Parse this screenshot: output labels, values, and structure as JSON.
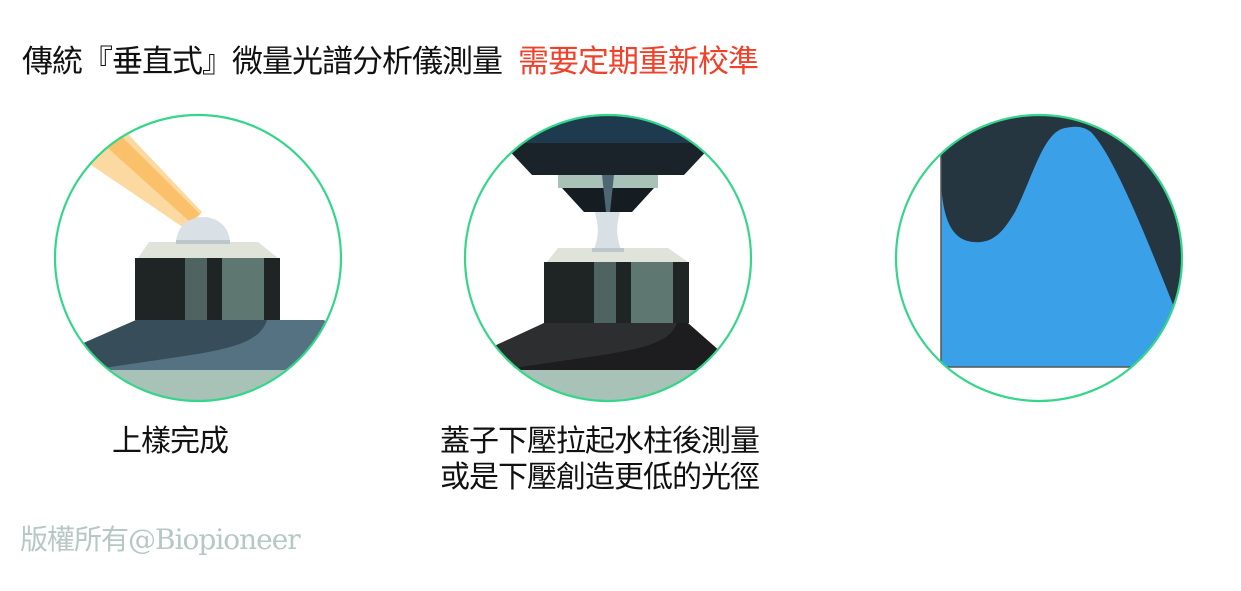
{
  "title": {
    "main": "傳統『垂直式』微量光譜分析儀測量",
    "highlight": "需要定期重新校準",
    "highlight_color": "#f0412b"
  },
  "panels": [
    {
      "id": "sample-loaded",
      "caption_lines": [
        "上樣完成"
      ],
      "illustration": "pipette-dispensing-droplet-on-pedestal"
    },
    {
      "id": "lid-pressed",
      "caption_lines": [
        "蓋子下壓拉起水柱後測量",
        "或是下壓創造更低的光徑"
      ],
      "illustration": "lid-pressing-liquid-column"
    },
    {
      "id": "spectrum",
      "caption_lines": [],
      "illustration": "absorbance-spectrum-curve"
    }
  ],
  "colors": {
    "circle_border": "#35d68a",
    "spectrum_fill": "#3aa0e8",
    "spectrum_bg": "#263641",
    "base_band": "#a8c2b8"
  },
  "copyright": "版權所有@Biopioneer"
}
